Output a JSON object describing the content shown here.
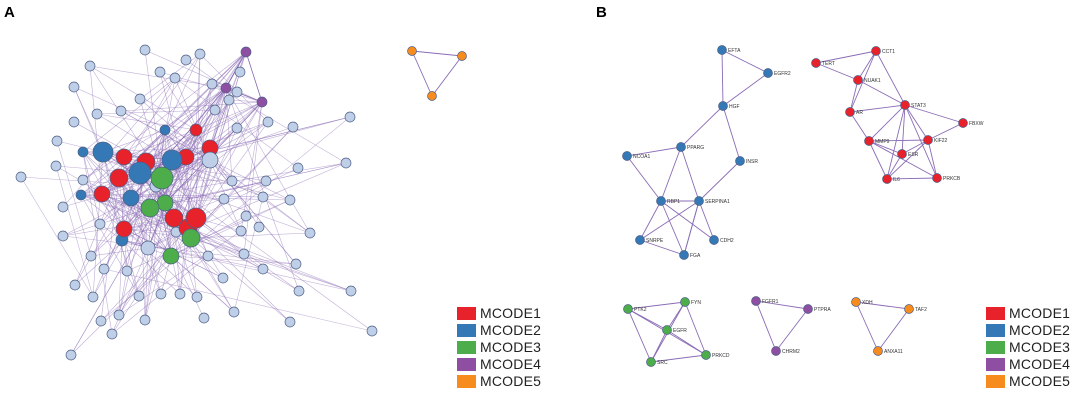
{
  "panels": [
    {
      "label": "A"
    },
    {
      "label": "B"
    }
  ],
  "legend": [
    {
      "label": "MCODE1",
      "color": "#e8222a"
    },
    {
      "label": "MCODE2",
      "color": "#3479b5"
    },
    {
      "label": "MCODE3",
      "color": "#4cad4a"
    },
    {
      "label": "MCODE4",
      "color": "#8e4ea1"
    },
    {
      "label": "MCODE5",
      "color": "#f68c1e"
    }
  ],
  "colors": {
    "edge": "#8a6cb5",
    "node_default": "#bfcfe8",
    "node_stroke": "#4d5f86"
  },
  "node_labels": {
    "b_mcode2": [
      "EFTA",
      "EGFR2",
      "HGF",
      "PPARG",
      "NCOA1",
      "INSR",
      "RBP1",
      "SERPINA1",
      "SNRPE",
      "FGA",
      "CDH2"
    ],
    "b_mcode1": [
      "TERT",
      "CCT1",
      "NUAK1",
      "AR",
      "STAT3",
      "FBXW",
      "MMP9",
      "KIF22",
      "ESR",
      "IL6",
      "PRKCB"
    ],
    "b_mcode3": [
      "PTK2",
      "FYN",
      "EGFR",
      "SRC",
      "PRKCD"
    ],
    "b_mcode4": [
      "FGFR1",
      "PTPRA",
      "CHRM2"
    ],
    "b_mcode5": [
      "XDH",
      "TAF2",
      "ANXA11"
    ]
  }
}
